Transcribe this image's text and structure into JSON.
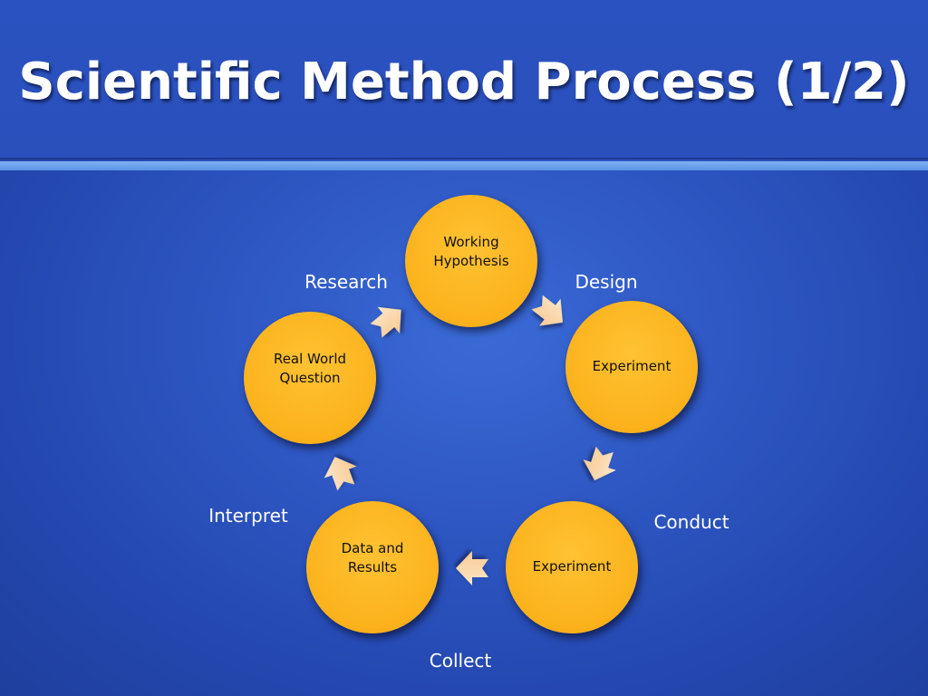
{
  "title": "Scientific Method Process (1/2)",
  "nodes": [
    {
      "id": "working-hypothesis",
      "label": "Working Hypothesis"
    },
    {
      "id": "design-experiment",
      "label": "Experiment"
    },
    {
      "id": "conduct-experiment",
      "label": "Experiment"
    },
    {
      "id": "data-and-results",
      "label": "Data and Results"
    },
    {
      "id": "real-world-question",
      "label": "Real World Question"
    }
  ],
  "stages": [
    {
      "id": "research",
      "label": "Research"
    },
    {
      "id": "design",
      "label": "Design"
    },
    {
      "id": "conduct",
      "label": "Conduct"
    },
    {
      "id": "collect",
      "label": "Collect"
    },
    {
      "id": "interpret",
      "label": "Interpret"
    }
  ],
  "colors": {
    "background": "#2f58c4",
    "node_fill": "#fbb21c",
    "arrow_fill": "#fcd9b0",
    "rule": "#6aa0ea",
    "text": "#ffffff"
  }
}
